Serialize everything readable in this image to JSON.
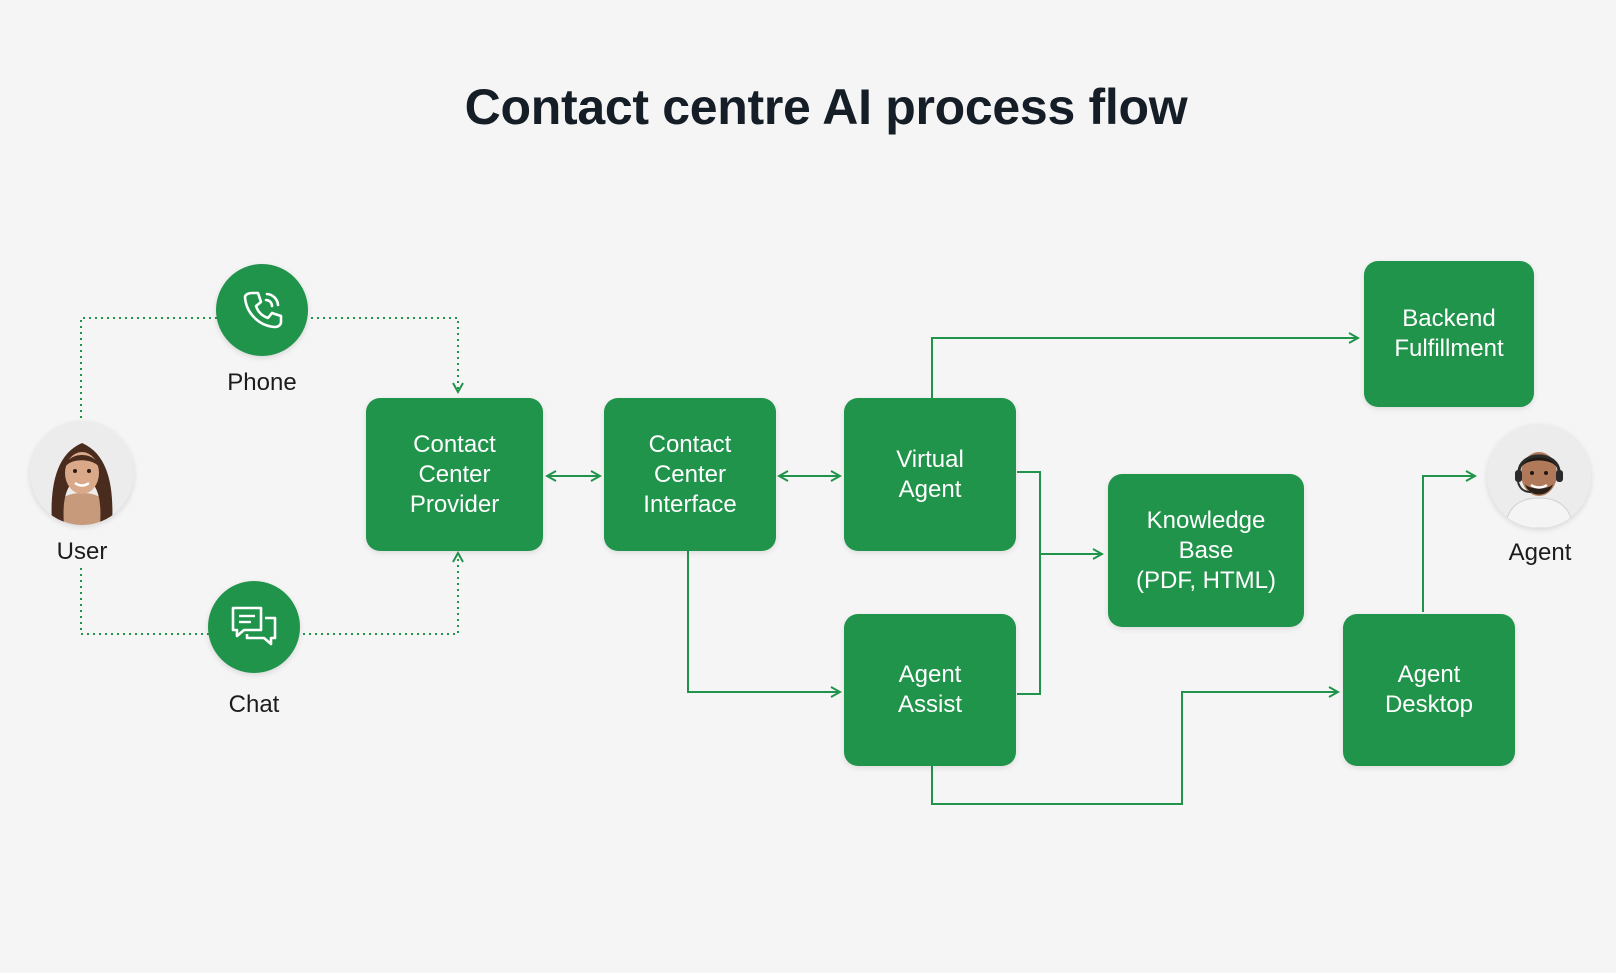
{
  "title": "Contact centre AI process flow",
  "actors": {
    "user_label": "User",
    "agent_label": "Agent"
  },
  "channels": {
    "phone_label": "Phone",
    "chat_label": "Chat"
  },
  "nodes": {
    "contact_center_provider": "Contact\nCenter\nProvider",
    "contact_center_interface": "Contact\nCenter\nInterface",
    "virtual_agent": "Virtual\nAgent",
    "agent_assist": "Agent\nAssist",
    "knowledge_base": "Knowledge\nBase\n(PDF, HTML)",
    "backend_fulfillment": "Backend\nFulfillment",
    "agent_desktop": "Agent\nDesktop"
  },
  "colors": {
    "accent": "#21944b",
    "title": "#151d26",
    "background": "#f5f5f5"
  },
  "icons": {
    "phone": "phone-icon",
    "chat": "chat-icon"
  }
}
